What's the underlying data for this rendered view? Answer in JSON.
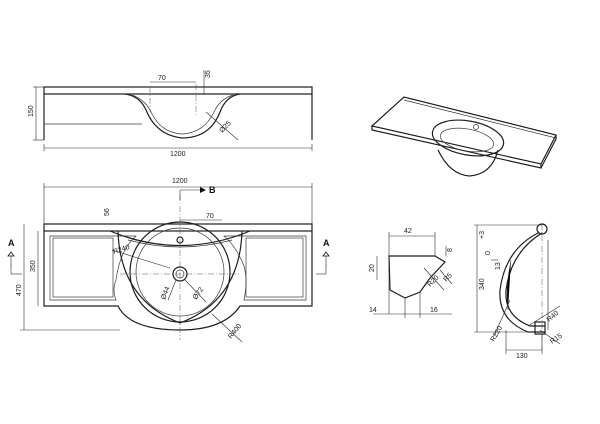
{
  "front_view": {
    "height_150": "150",
    "width_1200": "1200",
    "offset_70": "70",
    "offset_35": "35",
    "diameter_25": "Ø25"
  },
  "top_view": {
    "width_1200": "1200",
    "offset_70": "70",
    "dim_56": "56",
    "height_350": "350",
    "height_470": "470",
    "radius_240": "R240",
    "radius_400": "R400",
    "diameter_44": "Ø44",
    "diameter_72": "Ø72",
    "section_a_left": "A",
    "section_a_right": "A",
    "section_b": "B"
  },
  "detail_edge": {
    "width_42": "42",
    "height_8": "8",
    "height_20": "20",
    "radius_20": "R20",
    "radius_5": "R5",
    "bottom_14": "14",
    "bottom_16": "16"
  },
  "section_bowl": {
    "tol_plus": "+3",
    "tol_zero": "0",
    "height_13": "13",
    "height_340": "340",
    "radius_220": "R220",
    "radius_40": "R40",
    "radius_15": "R15",
    "width_130": "130"
  }
}
